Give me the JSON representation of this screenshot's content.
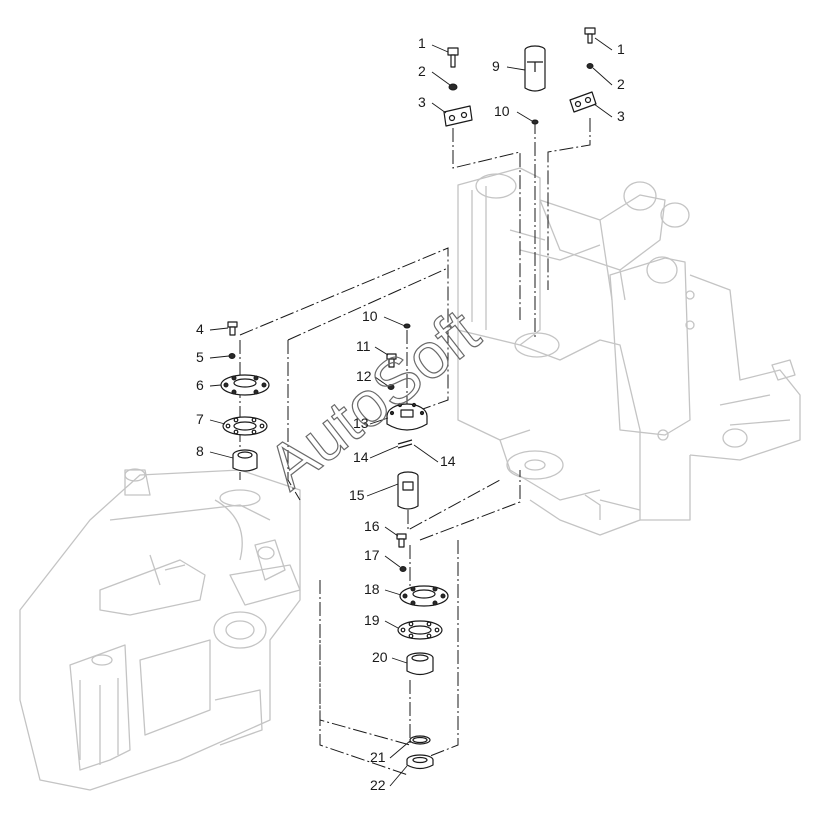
{
  "watermark": "AutoSoft",
  "callouts": {
    "c1a": "1",
    "c2a": "2",
    "c3a": "3",
    "c1b": "1",
    "c2b": "2",
    "c3b": "3",
    "c9": "9",
    "c10a": "10",
    "c4": "4",
    "c5": "5",
    "c6": "6",
    "c7": "7",
    "c8": "8",
    "c10b": "10",
    "c11": "11",
    "c12": "12",
    "c13": "13",
    "c14a": "14",
    "c14b": "14",
    "c15": "15",
    "c16": "16",
    "c17": "17",
    "c18": "18",
    "c19": "19",
    "c20": "20",
    "c21": "21",
    "c22": "22"
  }
}
